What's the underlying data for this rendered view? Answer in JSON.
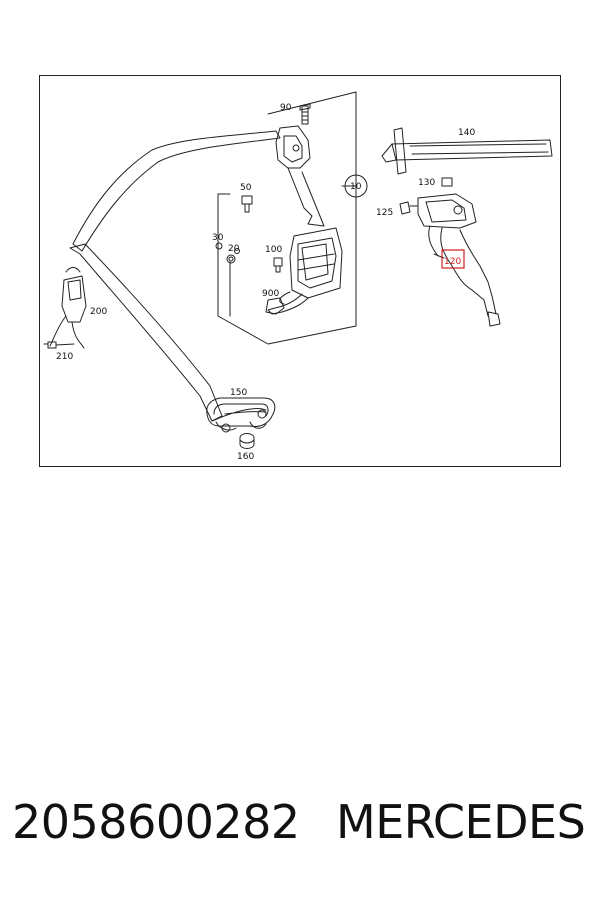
{
  "diagram": {
    "callouts": {
      "c90": "90",
      "c140": "140",
      "c10": "10",
      "c50": "50",
      "c130": "130",
      "c125": "125",
      "c30": "30",
      "c20": "20",
      "c100": "100",
      "c120": "120",
      "c900": "900",
      "c200": "200",
      "c210": "210",
      "c150": "150",
      "c160": "160"
    },
    "highlight_color": "#d02020"
  },
  "caption": {
    "part_number": "2058600282",
    "brand": "MERCEDES"
  }
}
